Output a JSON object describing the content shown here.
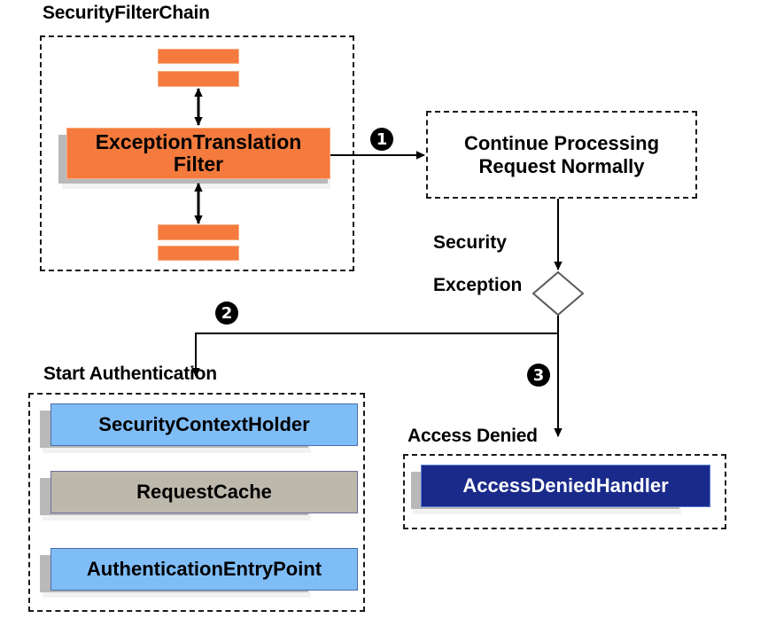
{
  "diagram": {
    "title": "Spring Security ExceptionTranslationFilter flow",
    "background": "#ffffff"
  },
  "colors": {
    "orange": "#f47b3d",
    "orange_border": "#f9ab7e",
    "blue": "#7fbdf7",
    "blue_border": "#4a6ea8",
    "gray": "#bcb8ac",
    "gray_border": "#6b6f9b",
    "navy": "#1a2a8a",
    "navy_border": "#5b7fd4",
    "shadow": "#b9b9b9",
    "stroke": "#1a1a1a",
    "badge_bg": "#000000",
    "badge_fg": "#ffffff"
  },
  "groups": {
    "security_filter_chain": {
      "title": "SecurityFilterChain",
      "filters": {
        "top_bar_1": "",
        "top_bar_2": "",
        "main": "ExceptionTranslation\nFilter",
        "main_line1": "ExceptionTranslation",
        "main_line2": "Filter",
        "bottom_bar_1": "",
        "bottom_bar_2": ""
      }
    },
    "start_authentication": {
      "title": "Start Authentication",
      "items": [
        {
          "label": "SecurityContextHolder",
          "style": "blue"
        },
        {
          "label": "RequestCache",
          "style": "gray"
        },
        {
          "label": "AuthenticationEntryPoint",
          "style": "blue"
        }
      ]
    },
    "access_denied": {
      "title": "Access Denied",
      "items": [
        {
          "label": "AccessDeniedHandler",
          "style": "navy"
        }
      ]
    }
  },
  "process_boxes": {
    "continue_processing": {
      "line1": "Continue Processing",
      "line2": "Request Normally"
    }
  },
  "edge_labels": {
    "security_exception_line1": "Security",
    "security_exception_line2": "Exception"
  },
  "badges": [
    {
      "id": "badge-1",
      "label": "❶",
      "number": "1"
    },
    {
      "id": "badge-2",
      "label": "❷",
      "number": "2"
    },
    {
      "id": "badge-3",
      "label": "❸",
      "number": "3"
    }
  ],
  "decision": {
    "name": "decision-diamond",
    "label": ""
  }
}
